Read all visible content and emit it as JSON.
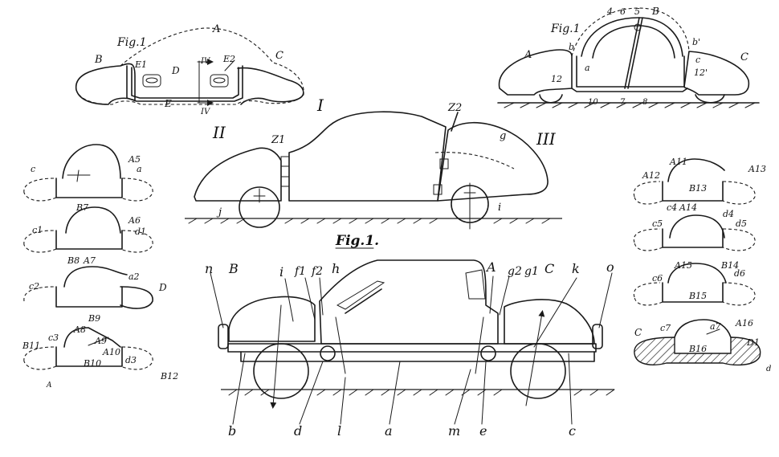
{
  "figures": {
    "top_left": {
      "caption": "Fig.1",
      "labels": [
        "A",
        "B",
        "C",
        "D",
        "E",
        "E1",
        "E2",
        "IV",
        "IV"
      ]
    },
    "top_right": {
      "caption": "Fig.1",
      "labels": [
        "A",
        "B",
        "C",
        "4",
        "6",
        "5",
        "b",
        "b'",
        "c",
        "12",
        "12'",
        "a",
        "10",
        "7",
        "8"
      ]
    },
    "center": {
      "caption": "",
      "labels": [
        "I",
        "II",
        "III",
        "Z1",
        "Z2",
        "g",
        "j",
        "i"
      ]
    },
    "bottom_center": {
      "caption": "Fig.1.",
      "labels": [
        "n",
        "B",
        "i",
        "f1",
        "f2",
        "h",
        "A",
        "g2",
        "g1",
        "C",
        "k",
        "o",
        "b",
        "d",
        "l",
        "a",
        "m",
        "e",
        "c"
      ]
    },
    "left_column": {
      "labels": [
        "c",
        "A5",
        "a",
        "B7",
        "c1",
        "A6",
        "d1",
        "B8",
        "A7",
        "c2",
        "a2",
        "D",
        "B9",
        "A8",
        "c3",
        "A9",
        "B11",
        "A10",
        "d3",
        "B10",
        "B12",
        "A"
      ]
    },
    "right_column": {
      "labels": [
        "A11",
        "A12",
        "A13",
        "B13",
        "c4",
        "A14",
        "d4",
        "c5",
        "d5",
        "A15",
        "B14",
        "c6",
        "d6",
        "B15",
        "C",
        "c7",
        "a7",
        "A16",
        "D1",
        "B16",
        "d"
      ]
    }
  },
  "icons": [
    "arrow-icon"
  ]
}
